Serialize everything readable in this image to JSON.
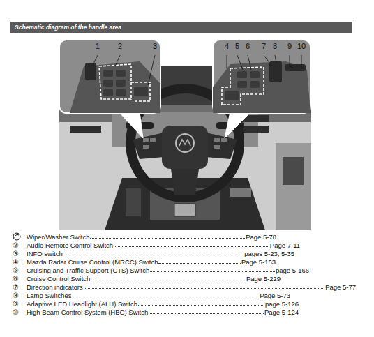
{
  "diagram": {
    "title": "Schematic diagram of the handle area",
    "labels": [
      "1",
      "2",
      "3",
      "4",
      "5",
      "6",
      "7",
      "8",
      "9",
      "10",
      "Wiper/Washer Switch",
      "Page 5-78",
      "②",
      "Audio Remote Control Switch",
      "Page 7-11",
      "③",
      "INFO switch",
      "pages 5-23, 5-35",
      "④",
      "Mazda Radar Cruise Control (MRCC) Switch",
      "Page 5-153",
      "⑤",
      "Cruising and Traffic Support (CTS) Switch",
      "page 5-166",
      "⑥",
      "Cruise Control Switch",
      "Page 5-229",
      "⑦",
      "Direction indicators",
      "Page 5-77",
      "⑧",
      "Lamp Switches",
      "Page 5-73",
      "⑨",
      "Adaptive LED Headlight (ALH) Switch",
      "page 5-126",
      "⑩",
      "High Beam Control System (HBC) Switch",
      "Page 5-124"
    ]
  }
}
